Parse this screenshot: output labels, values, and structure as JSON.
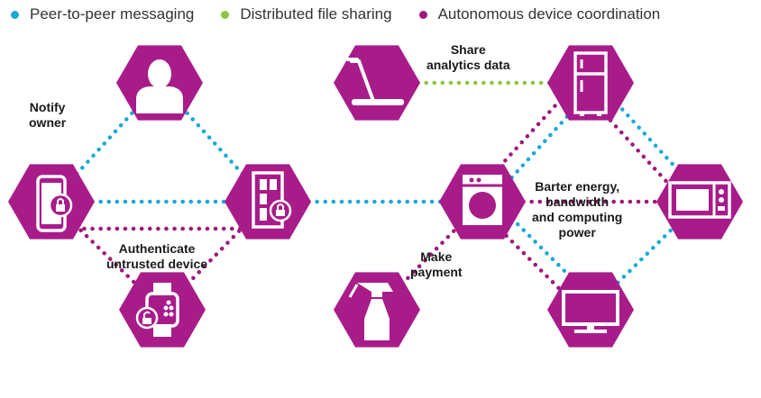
{
  "legend": {
    "items": [
      {
        "label": "Peer-to-peer messaging",
        "color": "#1aa9d8"
      },
      {
        "label": "Distributed file sharing",
        "color": "#8cc63f"
      },
      {
        "label": "Autonomous device coordination",
        "color": "#a0187a"
      }
    ]
  },
  "colors": {
    "hexagon": "#a81c8a",
    "messaging": "#1aa9d8",
    "file_sharing": "#8cc63f",
    "coordination": "#a0187a"
  },
  "nodes": {
    "person": {
      "icon": "person-icon"
    },
    "smartphone": {
      "icon": "locked-smartphone-icon"
    },
    "door": {
      "icon": "locked-door-icon"
    },
    "smartwatch": {
      "icon": "unlocked-smartwatch-icon"
    },
    "treadmill": {
      "icon": "treadmill-icon"
    },
    "refrigerator": {
      "icon": "refrigerator-icon"
    },
    "washing_machine": {
      "icon": "washing-machine-icon"
    },
    "microwave": {
      "icon": "microwave-icon"
    },
    "spray_bottle": {
      "icon": "spray-bottle-icon"
    },
    "television": {
      "icon": "television-icon"
    }
  },
  "labels": {
    "notify_owner": [
      "Notify",
      "owner"
    ],
    "authenticate": [
      "Authenticate",
      "untrusted device"
    ],
    "share_analytics": [
      "Share",
      "analytics data"
    ],
    "barter": [
      "Barter energy,",
      "bandwidth",
      "and computing",
      "power"
    ],
    "make_payment": [
      "Make",
      "payment"
    ]
  }
}
